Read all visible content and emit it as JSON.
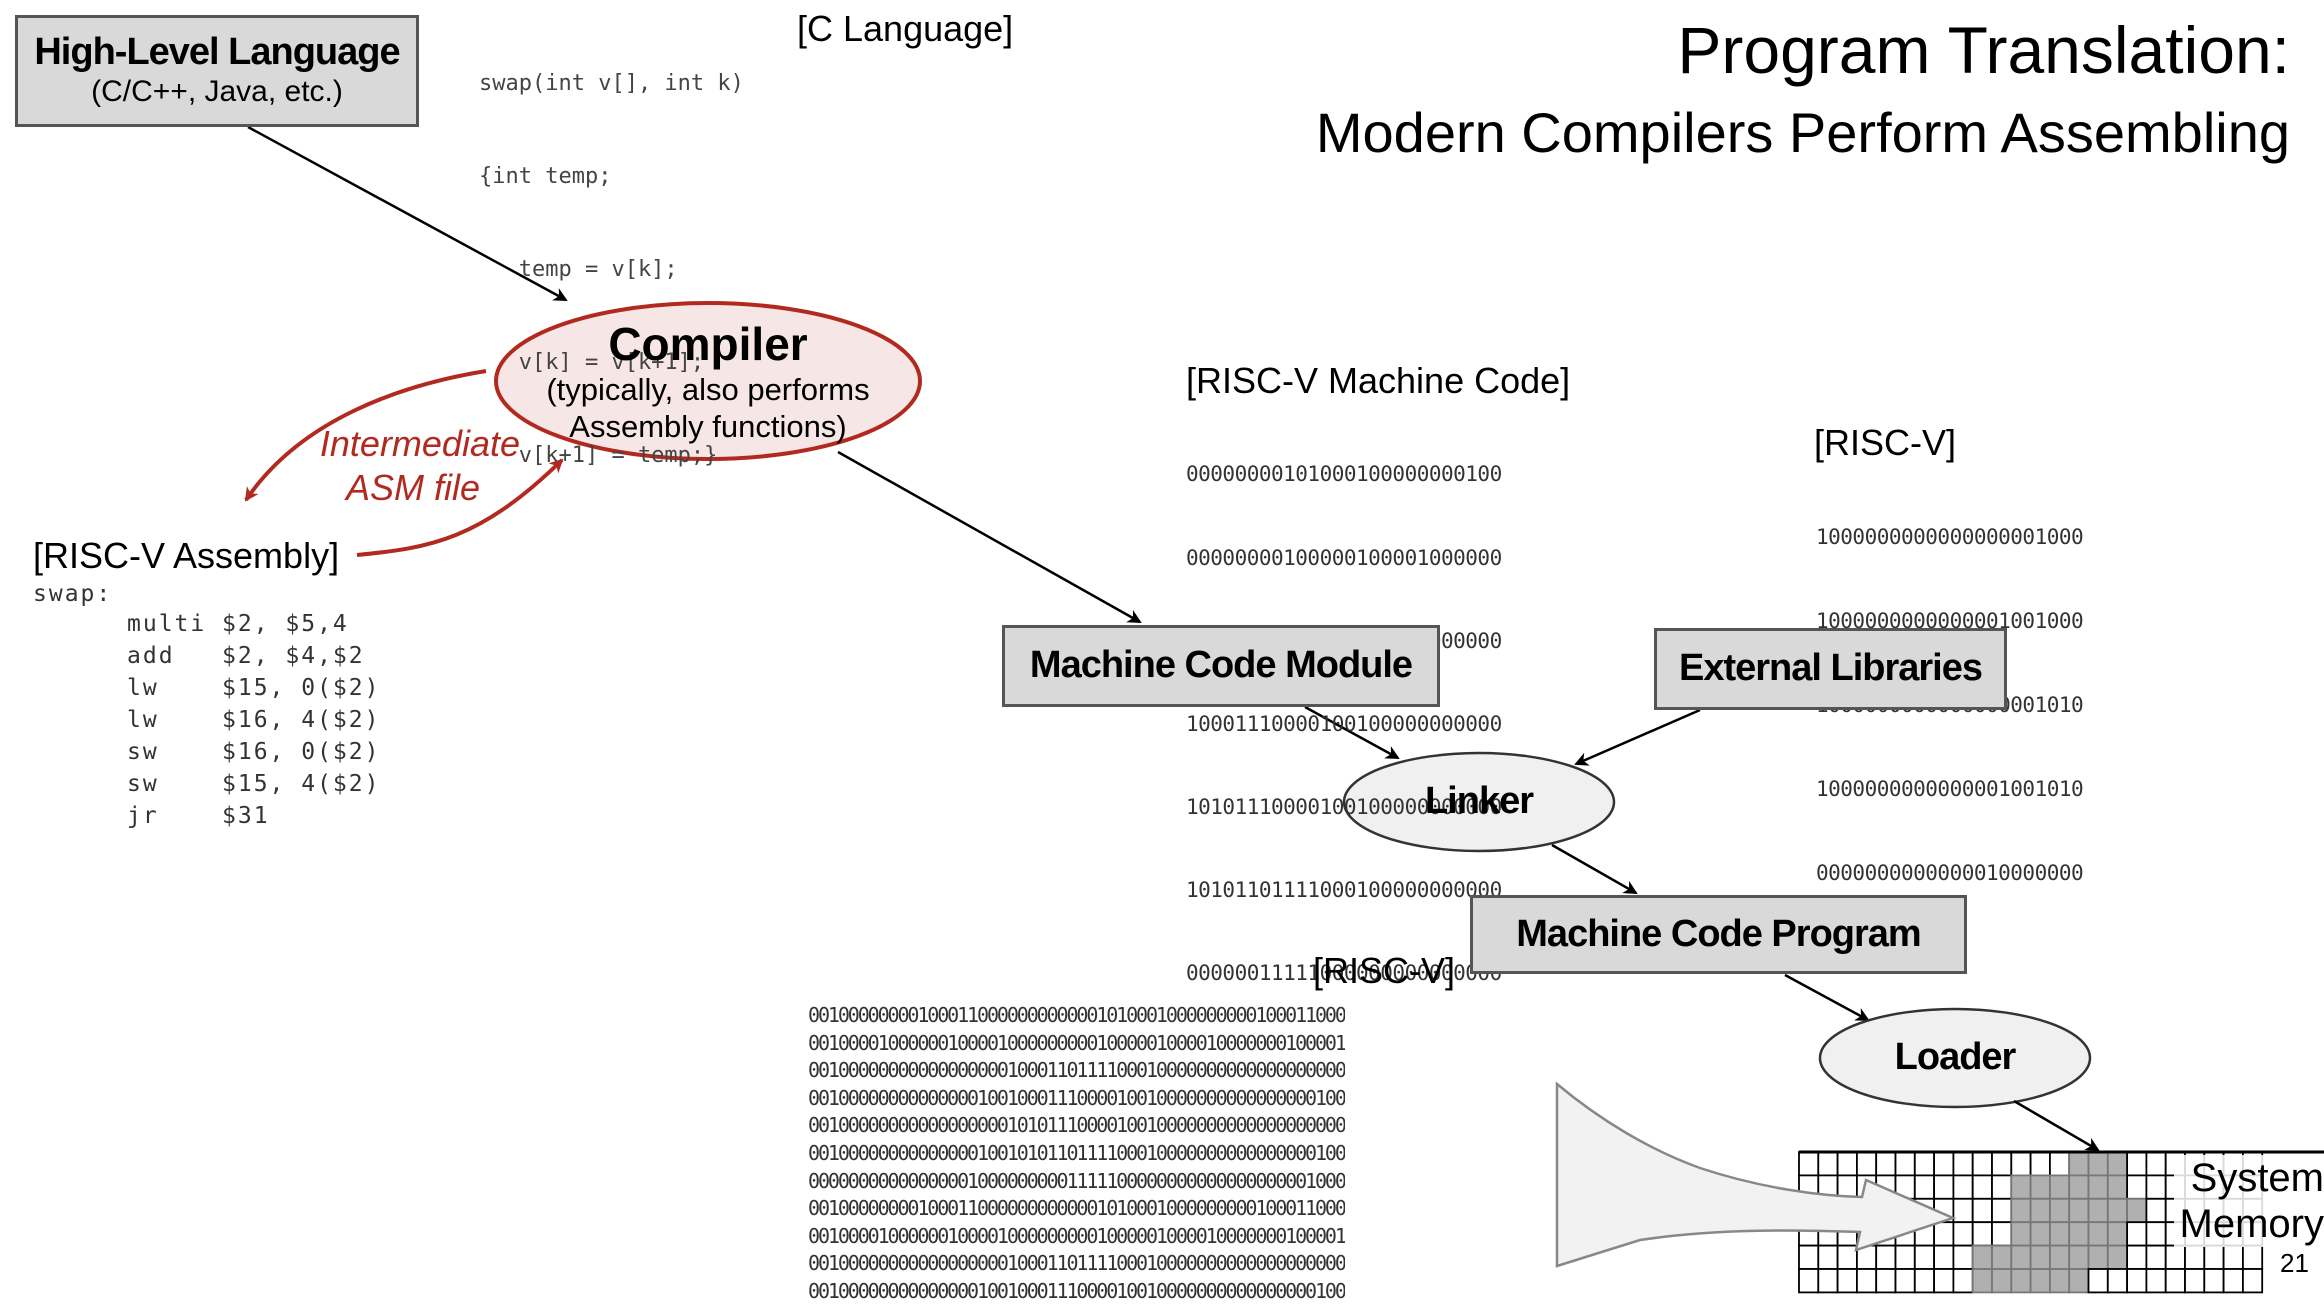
{
  "title": {
    "main": "Program Translation:",
    "subtitle": "Modern Compilers Perform Assembling"
  },
  "high_level_box": {
    "title": "High-Level Language",
    "subtitle": "(C/C++, Java, etc.)"
  },
  "c_code": {
    "label": "[C Language]",
    "lines": [
      "swap(int v[], int k)",
      "{int temp;",
      "   temp = v[k];",
      "   v[k] = v[k+1];",
      "   v[k+1] = temp;}"
    ]
  },
  "compiler": {
    "title": "Compiler",
    "line1": "(typically, also performs",
    "line2": "Assembly functions)"
  },
  "intermediate": {
    "line1": "Intermediate",
    "line2": "ASM file"
  },
  "assembly": {
    "label": "[RISC-V Assembly]",
    "header": "swap:",
    "lines": [
      {
        "op": "multi",
        "args": "$2, $5,4"
      },
      {
        "op": "add",
        "args": "$2, $4,$2"
      },
      {
        "op": "lw",
        "args": "$15, 0($2)"
      },
      {
        "op": "lw",
        "args": "$16, 4($2)"
      },
      {
        "op": "sw",
        "args": "$16, 0($2)"
      },
      {
        "op": "sw",
        "args": "$15, 4($2)"
      },
      {
        "op": "jr",
        "args": "$31"
      }
    ]
  },
  "machine_code": {
    "label": "[RISC-V Machine Code]",
    "lines": [
      "00000000101000100000000100",
      "00000000100000100001000000",
      "10001101111000100000000000",
      "10001110000100100000000000",
      "10101110000100100000000000",
      "10101101111000100000000000",
      "00000011111000000000000000"
    ]
  },
  "external_code": {
    "label": "[RISC-V]",
    "lines": [
      "1000000000000000001000",
      "1000000000000001001000",
      "1000000000000000001010",
      "1000000000000001001010",
      "0000000000000010000000"
    ]
  },
  "machine_code_module": {
    "label": "Machine Code Module"
  },
  "external_libraries": {
    "label": "External Libraries"
  },
  "linker": {
    "label": "Linker"
  },
  "machine_code_program": {
    "label": "Machine Code Program"
  },
  "loader": {
    "label": "Loader"
  },
  "program_code": {
    "label": "[RISC-V]",
    "lines": [
      "001000000001000110000000000001010001000000000100011000",
      "001000010000001000010000000001000001000010000000100001",
      "001000000000000000001000110111100010000000000000000000",
      "001000000000000001001000111000010010000000000000000100",
      "001000000000000000001010111000010010000000000000000000",
      "001000000000000001001010110111100010000000000000000100",
      "000000000000000010000000001111100000000000000000001000",
      "001000000001000110000000000001010001000000000100011000",
      "001000010000001000010000000001000001000010000000100001",
      "001000000000000000001000110111100010000000000000000000",
      "001000000000000001001000111000010010000000000000000100"
    ]
  },
  "memory": {
    "label_line1": "System",
    "label_line2": "Memory",
    "occupied_cells": [
      [
        0,
        14
      ],
      [
        0,
        15
      ],
      [
        0,
        16
      ],
      [
        1,
        11
      ],
      [
        1,
        12
      ],
      [
        1,
        13
      ],
      [
        1,
        14
      ],
      [
        1,
        15
      ],
      [
        1,
        16
      ],
      [
        2,
        11
      ],
      [
        2,
        12
      ],
      [
        2,
        13
      ],
      [
        2,
        14
      ],
      [
        2,
        15
      ],
      [
        2,
        16
      ],
      [
        2,
        17
      ],
      [
        3,
        11
      ],
      [
        3,
        12
      ],
      [
        3,
        13
      ],
      [
        3,
        14
      ],
      [
        3,
        15
      ],
      [
        3,
        16
      ],
      [
        4,
        9
      ],
      [
        4,
        10
      ],
      [
        4,
        11
      ],
      [
        4,
        12
      ],
      [
        4,
        13
      ],
      [
        4,
        14
      ],
      [
        4,
        15
      ],
      [
        4,
        16
      ],
      [
        5,
        9
      ],
      [
        5,
        10
      ],
      [
        5,
        11
      ],
      [
        5,
        12
      ],
      [
        5,
        13
      ],
      [
        5,
        14
      ]
    ],
    "rows": 6,
    "cols": 24
  },
  "slide_number": "21",
  "colors": {
    "compiler_stroke": "#b22a1f",
    "compiler_fill": "#f6e7e6",
    "box_fill": "#d9d9d9",
    "ellipse_fill": "#f0f0f0",
    "memory_occupied": "#b0b0b0",
    "accent_red": "#b22a1f"
  }
}
